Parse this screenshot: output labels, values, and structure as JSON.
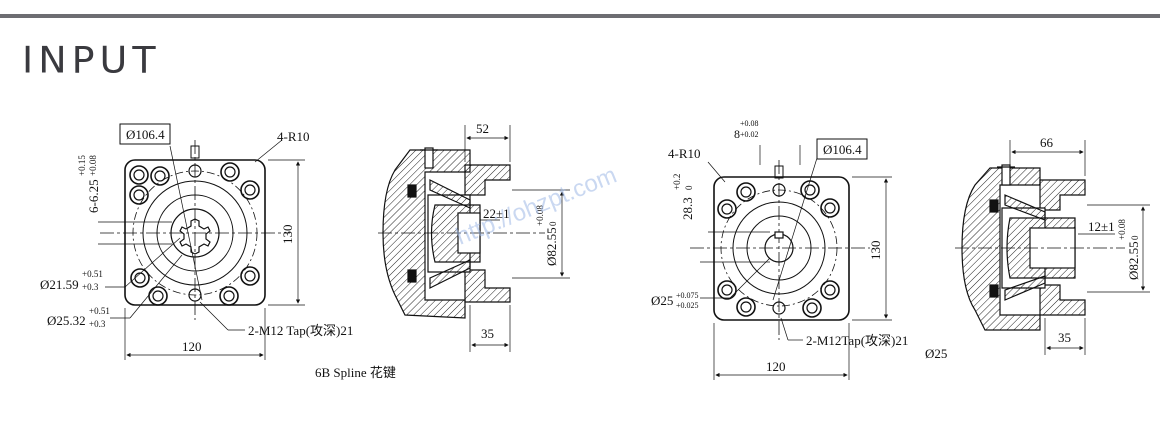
{
  "page": {
    "title": "INPUT"
  },
  "left_drawing": {
    "front": {
      "bore_dia": "Ø106.4",
      "corner_radius": "4-R10",
      "key_width": "6-6.25",
      "key_tol_upper": "+0.15",
      "key_tol_lower": "+0.08",
      "minor_dia": "Ø21.59",
      "minor_tol_upper": "+0.51",
      "minor_tol_lower": "+0.3",
      "major_dia": "Ø25.32",
      "major_tol_upper": "+0.51",
      "major_tol_lower": "+0.3",
      "tap": "2-M12 Tap(攻深)21",
      "width": "120",
      "height": "130",
      "caption": "6B Spline 花键"
    },
    "side": {
      "top_dim": "52",
      "bottom_dim": "35",
      "inner_dim": "22±1",
      "pilot_dia": "Ø82.55",
      "pilot_tol_upper": "+0.08",
      "pilot_tol_lower": "0"
    }
  },
  "right_drawing": {
    "front": {
      "bore_dia": "Ø106.4",
      "corner_radius": "4-R10",
      "key_width": "8",
      "key_tol_upper": "+0.08",
      "key_tol_lower": "+0.02",
      "key_height": "28.3",
      "key_height_tol_upper": "+0.2",
      "key_height_tol_lower": "0",
      "shaft_dia": "Ø25",
      "shaft_tol_upper": "+0.075",
      "shaft_tol_lower": "+0.025",
      "tap": "2-M12Tap(攻深)21",
      "width": "120",
      "height": "130",
      "caption": "Ø25"
    },
    "side": {
      "top_dim": "66",
      "bottom_dim": "35",
      "inner_dim": "12±1",
      "pilot_dia": "Ø82.55",
      "pilot_tol_upper": "+0.08",
      "pilot_tol_lower": "0"
    }
  },
  "watermark": "http://ohzpt.com"
}
